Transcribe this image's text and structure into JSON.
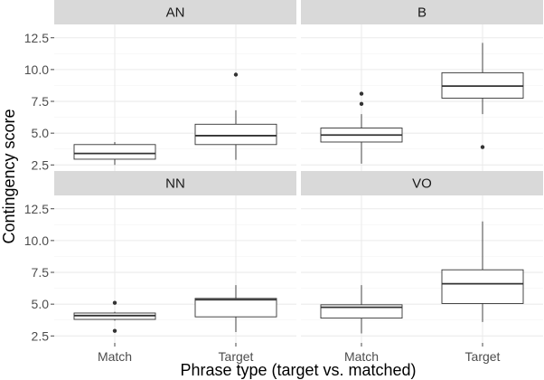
{
  "chart_data": {
    "type": "boxplot",
    "xlabel": "Phrase type (target vs. matched)",
    "ylabel": "Contingency score",
    "categories": [
      "Match",
      "Target"
    ],
    "y_ticks": [
      "2.5",
      "5.0",
      "7.5",
      "10.0",
      "12.5"
    ],
    "ylim": [
      1.95,
      13.55
    ],
    "grid": true,
    "panels": [
      {
        "name": "AN",
        "boxes": [
          {
            "category": "Match",
            "min": 2.5,
            "q1": 2.95,
            "median": 3.4,
            "q3": 4.1,
            "max": 4.3,
            "outliers": []
          },
          {
            "category": "Target",
            "min": 2.9,
            "q1": 4.1,
            "median": 4.8,
            "q3": 5.7,
            "max": 6.8,
            "outliers": [
              9.6
            ]
          }
        ]
      },
      {
        "name": "B",
        "boxes": [
          {
            "category": "Match",
            "min": 2.6,
            "q1": 4.3,
            "median": 4.85,
            "q3": 5.4,
            "max": 6.5,
            "outliers": [
              7.3,
              8.1
            ]
          },
          {
            "category": "Target",
            "min": 6.5,
            "q1": 7.75,
            "median": 8.7,
            "q3": 9.75,
            "max": 12.1,
            "outliers": [
              3.9
            ]
          }
        ]
      },
      {
        "name": "NN",
        "boxes": [
          {
            "category": "Match",
            "min": 3.7,
            "q1": 3.8,
            "median": 4.1,
            "q3": 4.3,
            "max": 4.4,
            "outliers": [
              5.1,
              2.9
            ]
          },
          {
            "category": "Target",
            "min": 2.8,
            "q1": 4.0,
            "median": 5.35,
            "q3": 5.45,
            "max": 6.5,
            "outliers": []
          }
        ]
      },
      {
        "name": "VO",
        "boxes": [
          {
            "category": "Match",
            "min": 2.7,
            "q1": 3.9,
            "median": 4.75,
            "q3": 4.95,
            "max": 6.5,
            "outliers": []
          },
          {
            "category": "Target",
            "min": 3.6,
            "q1": 5.05,
            "median": 6.6,
            "q3": 7.7,
            "max": 11.5,
            "outliers": []
          }
        ]
      }
    ]
  }
}
